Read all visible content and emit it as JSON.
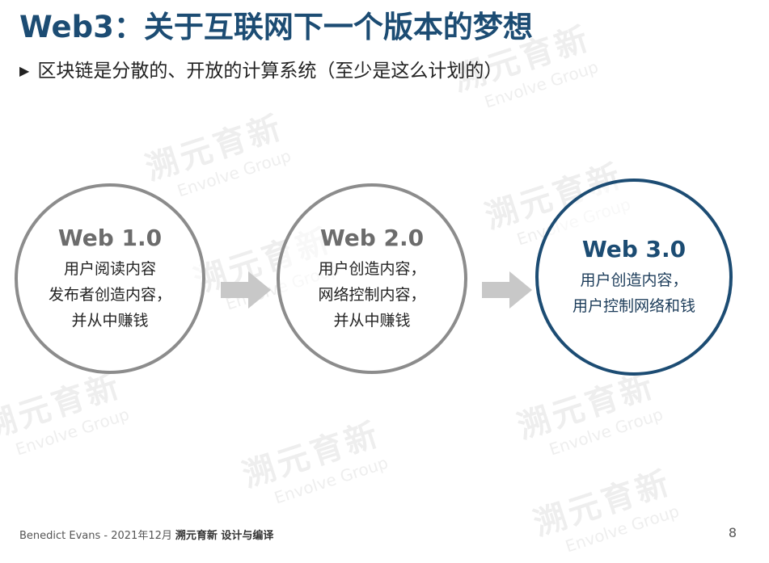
{
  "title": "Web3：关于互联网下一个版本的梦想",
  "subtitle": "区块链是分散的、开放的计算系统（至少是这么计划的）",
  "watermark": {
    "cn": "溯元育新",
    "en": "Envolve Group"
  },
  "stages": [
    {
      "version": "Web 1.0",
      "lines": [
        "用户阅读内容",
        "发布者创造内容，",
        "并从中赚钱"
      ]
    },
    {
      "version": "Web 2.0",
      "lines": [
        "用户创造内容，",
        "网络控制内容，",
        "并从中赚钱"
      ]
    },
    {
      "version": "Web 3.0",
      "lines": [
        "用户创造内容，",
        "用户控制网络和钱"
      ]
    }
  ],
  "footer": {
    "source": "Benedict Evans - 2021年12月",
    "brand": "溯元育新 设计与编译",
    "page": "8"
  },
  "colors": {
    "accent": "#1c4c73",
    "circle_border": "#8c8c8c",
    "arrow": "#c8c8c8"
  }
}
